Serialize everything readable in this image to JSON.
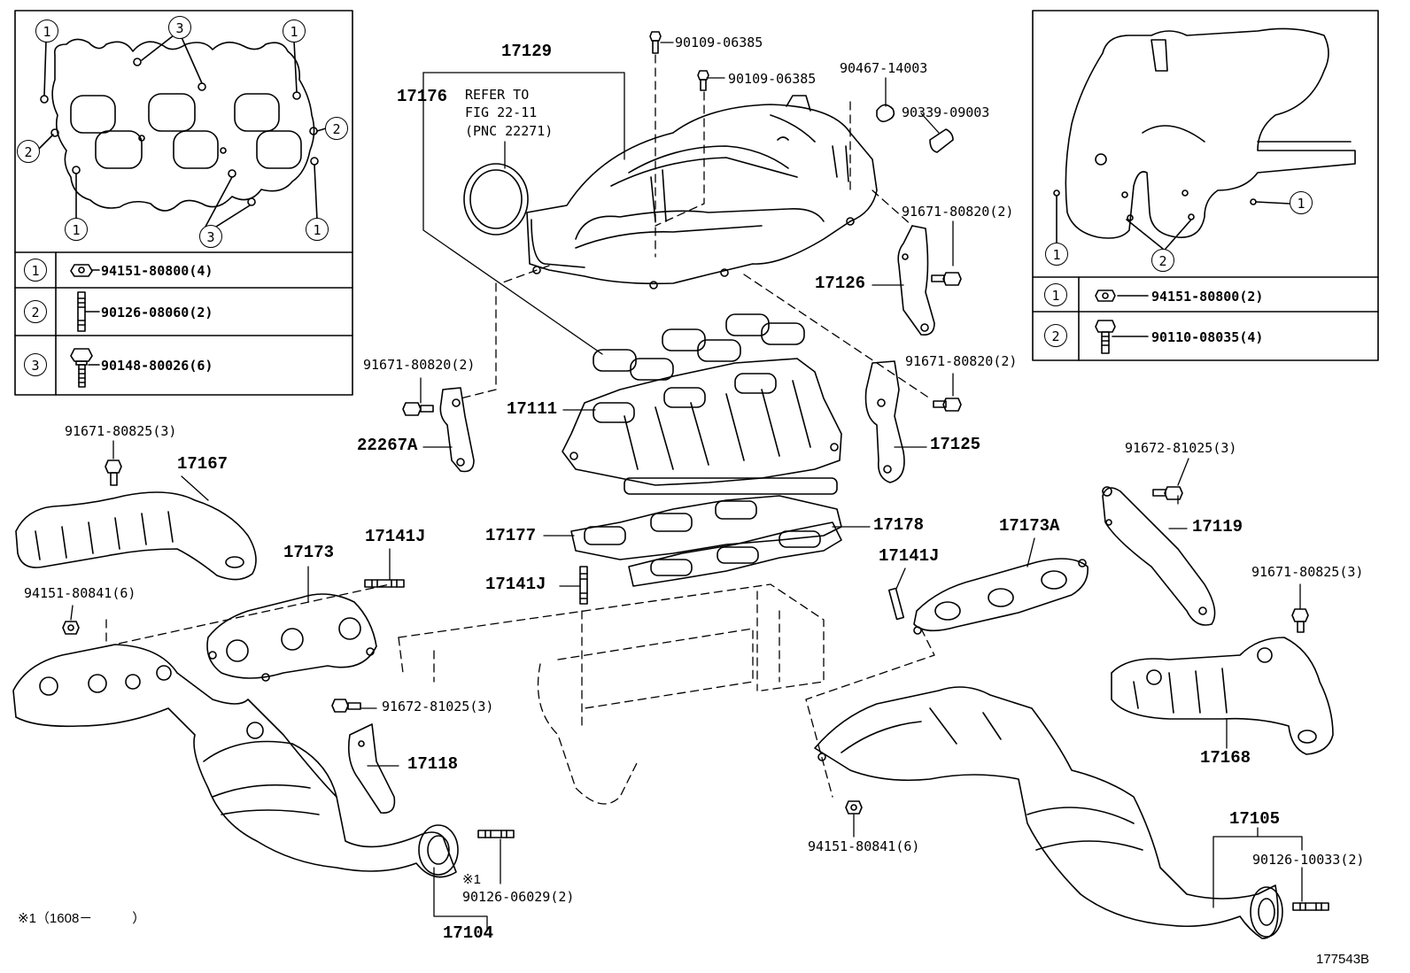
{
  "callouts": {
    "c1": "1",
    "c2": "2",
    "c3": "3"
  },
  "legend_left": [
    {
      "num": "1",
      "part": "94151-80800(4)"
    },
    {
      "num": "2",
      "part": "90126-08060(2)"
    },
    {
      "num": "3",
      "part": "90148-80026(6)"
    }
  ],
  "legend_right": [
    {
      "num": "1",
      "part": "94151-80800(2)"
    },
    {
      "num": "2",
      "part": "90110-08035(4)"
    }
  ],
  "labels": {
    "p17129": "17129",
    "p17176": "17176",
    "refer_to": "REFER TO",
    "fig": "FIG 22-11",
    "pnc": "(PNC 22271)",
    "p90109a": "90109-06385",
    "p90109b": "90109-06385",
    "p90467": "90467-14003",
    "p90339": "90339-09003",
    "p91671_820_r1": "91671-80820(2)",
    "p17126": "17126",
    "p91671_820_l": "91671-80820(2)",
    "p91671_820_r2": "91671-80820(2)",
    "p17111": "17111",
    "p22267A": "22267A",
    "p17125": "17125",
    "p91671_825_l": "91671-80825(3)",
    "p17167": "17167",
    "p17173": "17173",
    "p17141J_a": "17141J",
    "p17177": "17177",
    "p17178": "17178",
    "p17141J_b": "17141J",
    "p17173A": "17173A",
    "p17141J_c": "17141J",
    "p91672_1025_r": "91672-81025(3)",
    "p17119": "17119",
    "p91671_825_r": "91671-80825(3)",
    "p94151_841_l": "94151-80841(6)",
    "p91672_1025_l": "91672-81025(3)",
    "p17118": "17118",
    "p94151_841_r": "94151-80841(6)",
    "p17168": "17168",
    "p17105": "17105",
    "p90126_10033": "90126-10033(2)",
    "note_mark": "※1",
    "p90126_06029": "90126-06029(2)",
    "p17104": "17104",
    "footnote": "※1（1608－　　　）",
    "fig_id": "177543B"
  }
}
